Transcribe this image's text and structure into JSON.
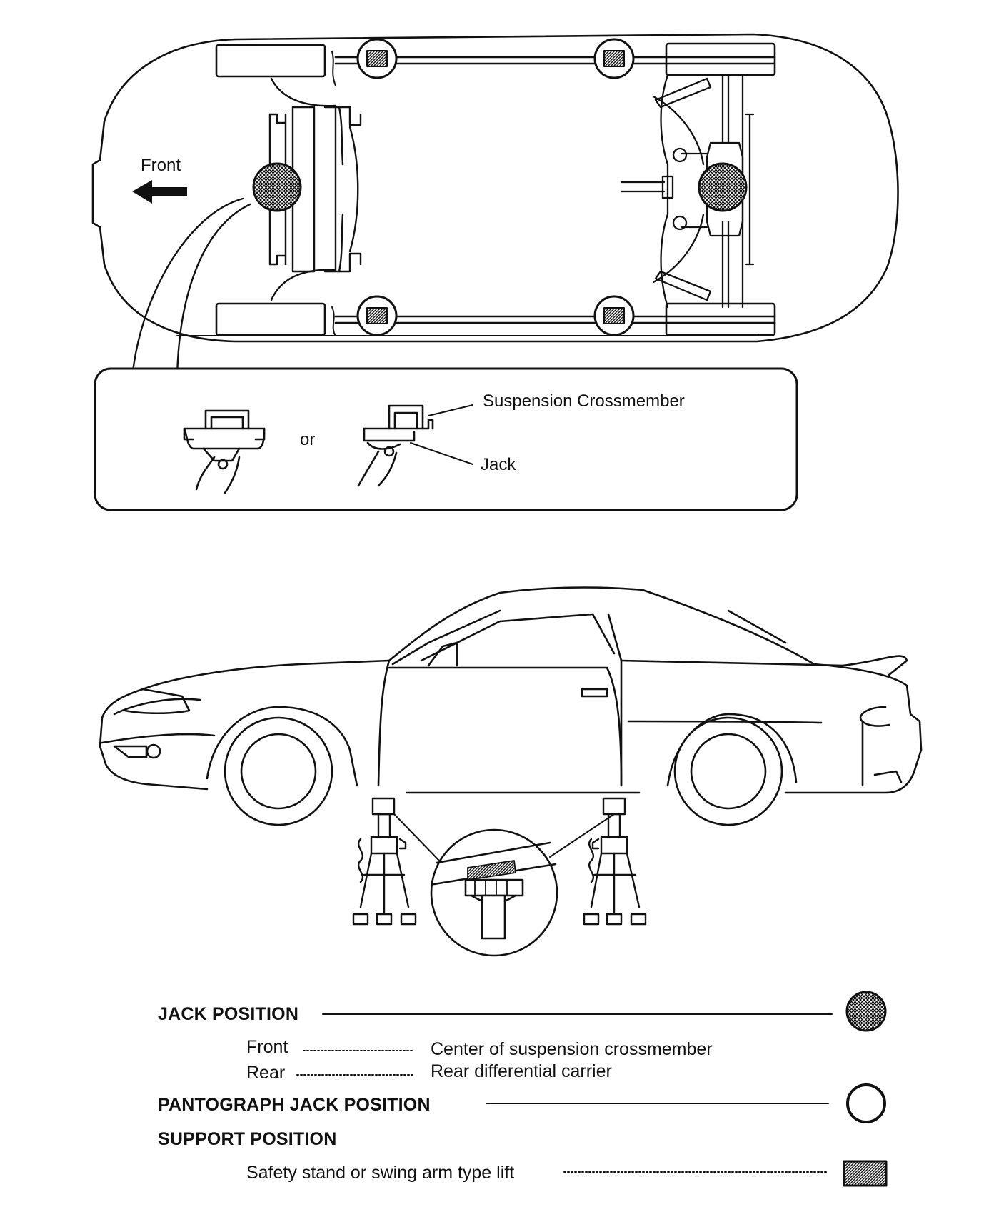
{
  "top_view": {
    "front_label": "Front"
  },
  "inset": {
    "or_label": "or",
    "crossmember_label": "Suspension Crossmember",
    "jack_label": "Jack"
  },
  "legend": {
    "jack_position": {
      "title": "JACK POSITION",
      "rows": [
        {
          "term": "Front",
          "desc": "Center of suspension crossmember"
        },
        {
          "term": "Rear",
          "desc": "Rear differential carrier"
        }
      ]
    },
    "pantograph": {
      "title": "PANTOGRAPH JACK POSITION"
    },
    "support": {
      "title": "SUPPORT POSITION",
      "row": "Safety stand or swing arm type lift"
    }
  },
  "icons": {
    "jack_point": "crosshatched-circle-icon",
    "pantograph_point": "open-circle-icon",
    "support_point": "hatched-square-icon"
  }
}
